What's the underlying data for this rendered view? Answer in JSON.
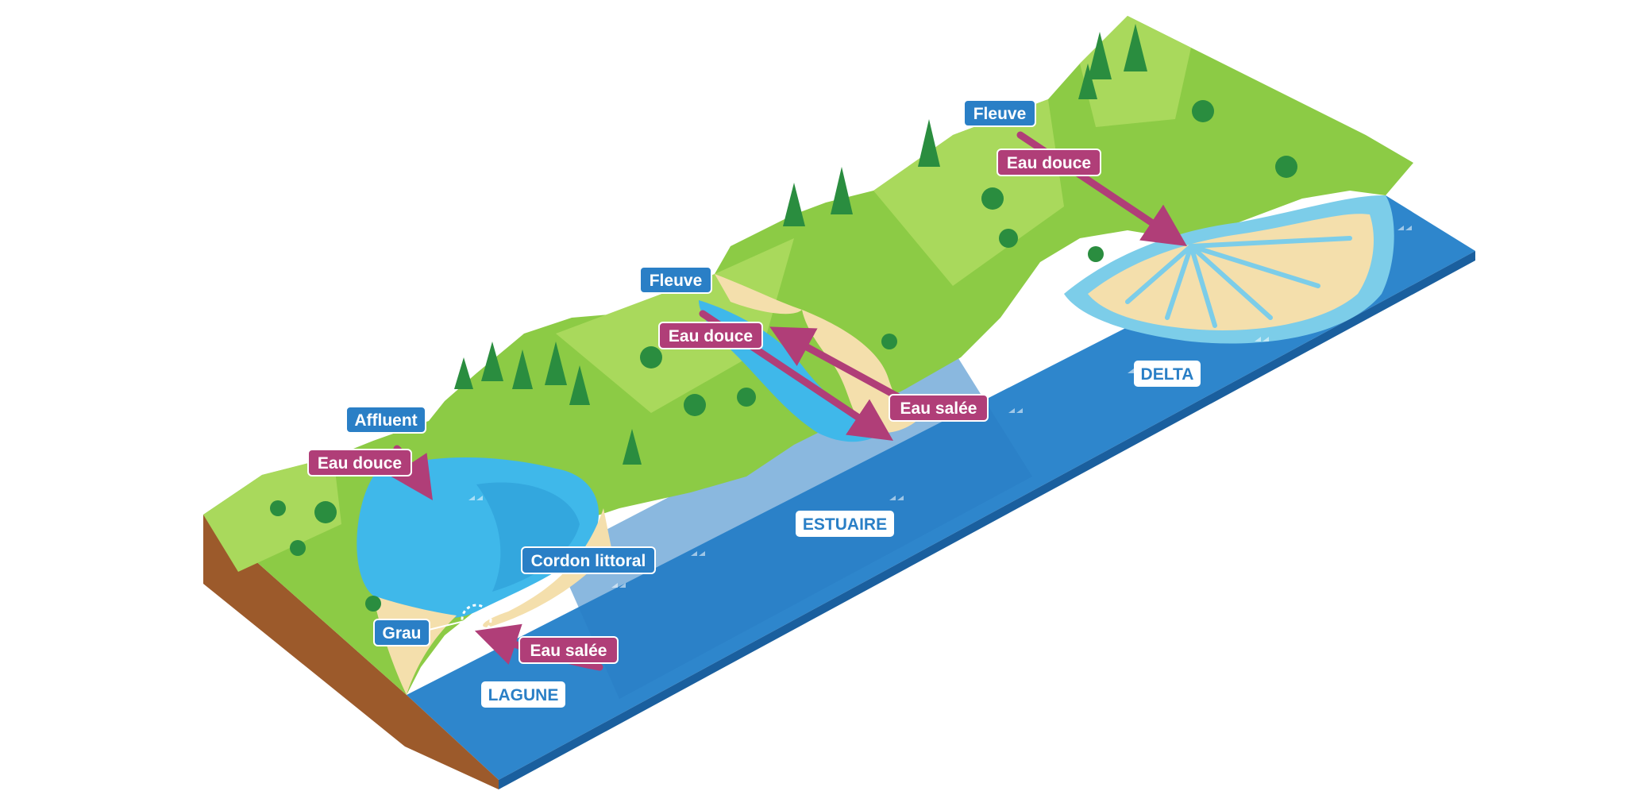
{
  "labels": {
    "fleuve_top": "Fleuve",
    "eau_douce_delta": "Eau douce",
    "fleuve_mid": "Fleuve",
    "eau_douce_estuaire": "Eau douce",
    "eau_salee_estuaire": "Eau salée",
    "delta": "DELTA",
    "affluent": "Affluent",
    "eau_douce_lagune": "Eau douce",
    "estuaire": "ESTUAIRE",
    "cordon_littoral": "Cordon littoral",
    "grau": "Grau",
    "eau_salee_lagune": "Eau salée",
    "lagune": "LAGUNE"
  },
  "colors": {
    "sea": "#2e86cc",
    "sea_side": "#1a5f9e",
    "lagoon": "#3fb8ea",
    "land": "#8ccb45",
    "land_light": "#a9d95c",
    "sand": "#f4dfac",
    "soil": "#9c5a2b",
    "arrow": "#b03e78",
    "tag_blue": "#2a7fc6",
    "tree": "#2a8d3f"
  }
}
